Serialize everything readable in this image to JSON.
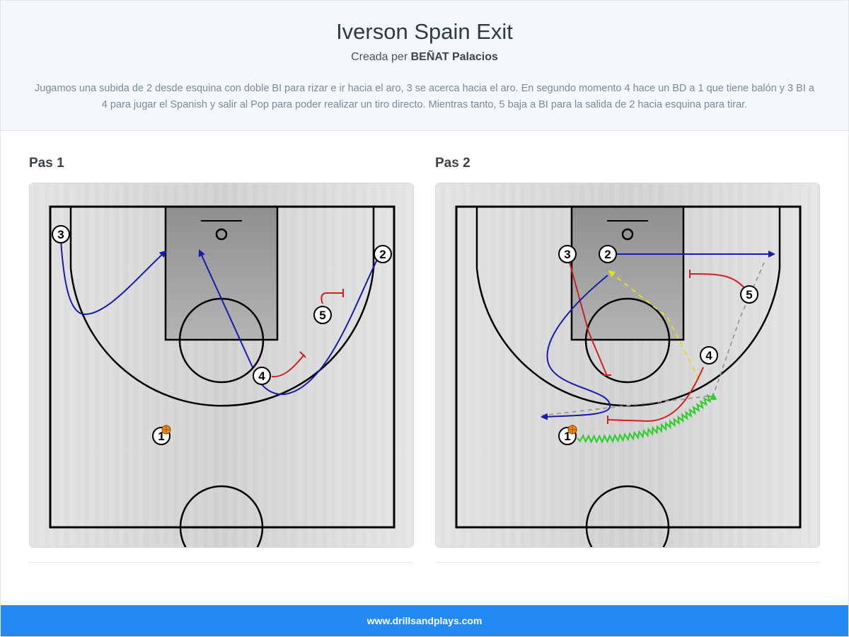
{
  "header": {
    "title": "Iverson Spain Exit",
    "author_prefix": "Creada per",
    "author": "BEÑAT Palacios",
    "description": "Jugamos una subida de 2 desde esquina con doble BI para rizar e ir hacia el aro, 3 se acerca hacia el aro. En segundo momento 4 hace un BD a 1 que tiene balón y 3 BI a 4 para jugar el Spanish y salir al Pop para poder realizar un tiro directo. Mientras tanto, 5 baja a BI para la salida de 2 hacia esquina para tirar."
  },
  "steps": [
    {
      "label": "Pas 1",
      "players": [
        {
          "number": "1",
          "ball": true
        },
        {
          "number": "2",
          "ball": false
        },
        {
          "number": "3",
          "ball": false
        },
        {
          "number": "4",
          "ball": false
        },
        {
          "number": "5",
          "ball": false
        }
      ]
    },
    {
      "label": "Pas 2",
      "players": [
        {
          "number": "1",
          "ball": true
        },
        {
          "number": "2",
          "ball": false
        },
        {
          "number": "3",
          "ball": false
        },
        {
          "number": "4",
          "ball": false
        },
        {
          "number": "5",
          "ball": false
        }
      ]
    }
  ],
  "colors": {
    "cut": "#1a1aaa",
    "screen": "#cc2222",
    "pass": "#dddd22",
    "dribble": "#33cc33",
    "fade": "#999999",
    "accent": "#2289f5"
  },
  "footer": {
    "text": "www.drillsandplays.com"
  }
}
